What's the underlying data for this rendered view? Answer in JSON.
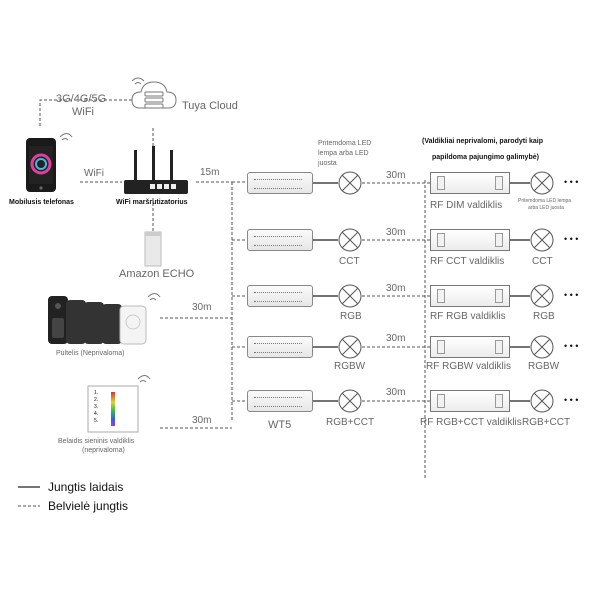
{
  "diagram": {
    "network_label": "3G/4G/5G",
    "wifi_label_top": "WiFi",
    "cloud_label": "Tuya Cloud",
    "phone_label": "Mobilusis telefonas",
    "wifi_label_phone": "WiFi",
    "router_label": "WiFi maršrutizatorius",
    "distance_router": "15m",
    "echo_label": "Amazon ECHO",
    "remote_label": "Pultelis (Neprivaloma)",
    "remote_distance": "30m",
    "wall_label_line1": "Belaidis sieninis valdiklis",
    "wall_label_line2": "(neprivaloma)",
    "wall_distance": "30m",
    "led_note_line1": "Pritemdoma LED",
    "led_note_line2": "lempa arba LED",
    "led_note_line3": "juosta",
    "optional_note_line1": "(Valdikliai neprivalomi, parodyti kaip",
    "optional_note_line2": "papildoma pajungimo galimybė)",
    "small_note_line1": "Pritemdoma LED lempa",
    "small_note_line2": "arba LED juosta",
    "controller_name": "WT5",
    "rows": [
      {
        "distance": "30m",
        "lamp_label": "",
        "rf_label": "RF DIM valdiklis",
        "lamp2_label": ""
      },
      {
        "distance": "30m",
        "lamp_label": "CCT",
        "rf_label": "RF CCT valdiklis",
        "lamp2_label": "CCT"
      },
      {
        "distance": "30m",
        "lamp_label": "RGB",
        "rf_label": "RF RGB valdiklis",
        "lamp2_label": "RGB"
      },
      {
        "distance": "30m",
        "lamp_label": "RGBW",
        "rf_label": "RF RGBW valdiklis",
        "lamp2_label": "RGBW"
      },
      {
        "distance": "30m",
        "lamp_label": "RGB+CCT",
        "rf_label": "RF RGB+CCT valdiklis",
        "lamp2_label": "RGB+CCT"
      }
    ],
    "wall_keys": [
      "1.",
      "2.",
      "3.",
      "4.",
      "5."
    ],
    "more_glyph": "• • •"
  },
  "legend": {
    "wired": "Jungtis laidais",
    "wireless": "Belvielė jungtis"
  }
}
